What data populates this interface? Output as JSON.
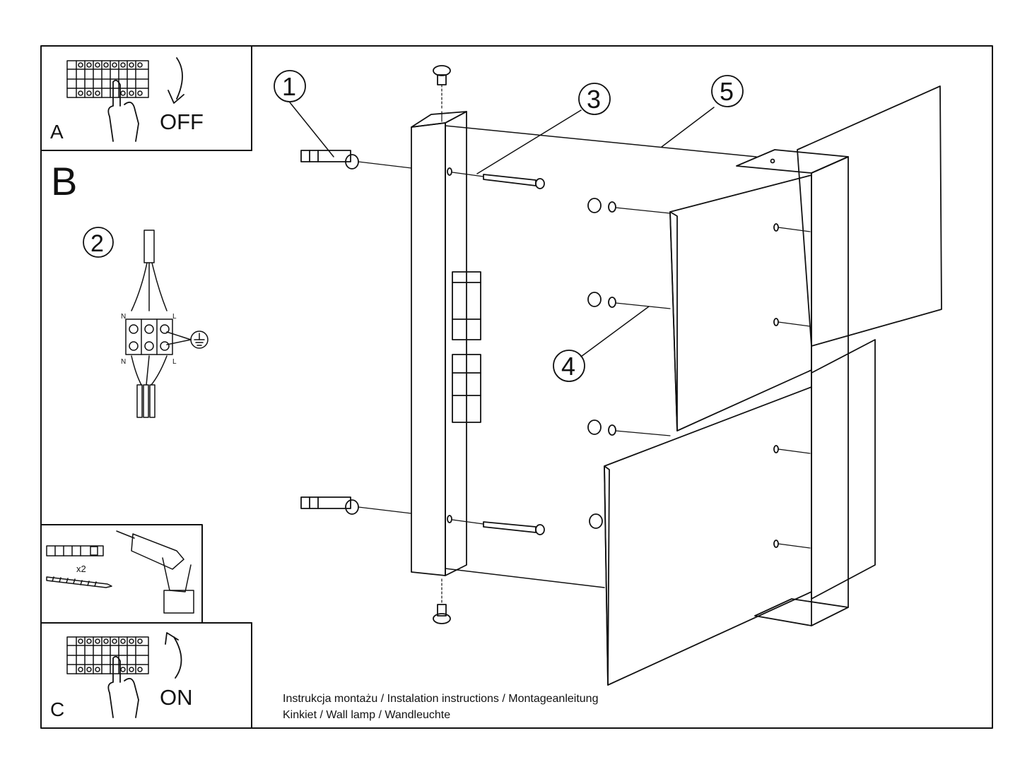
{
  "panels": {
    "a": {
      "letter": "A",
      "action": "OFF"
    },
    "b": {
      "letter": "B"
    },
    "c": {
      "letter": "C",
      "action": "ON"
    }
  },
  "wiring": {
    "callout": "2",
    "terminal_labels": [
      "N",
      "L",
      "N",
      "L"
    ]
  },
  "tools": {
    "quantity": "x2"
  },
  "callouts": [
    "1",
    "3",
    "5",
    "4"
  ],
  "footer": {
    "line1": "Instrukcja montażu / Instalation instructions / Montageanleitung",
    "line2": "Kinkiet / Wall lamp / Wandleuchte"
  },
  "icons": [
    "breaker-panel-icon",
    "hand-icon",
    "curved-arrow-icon",
    "wire-connector-icon",
    "ground-symbol-icon",
    "wall-plug-icon",
    "screw-icon",
    "drill-icon",
    "nut-icon",
    "washer-icon"
  ]
}
